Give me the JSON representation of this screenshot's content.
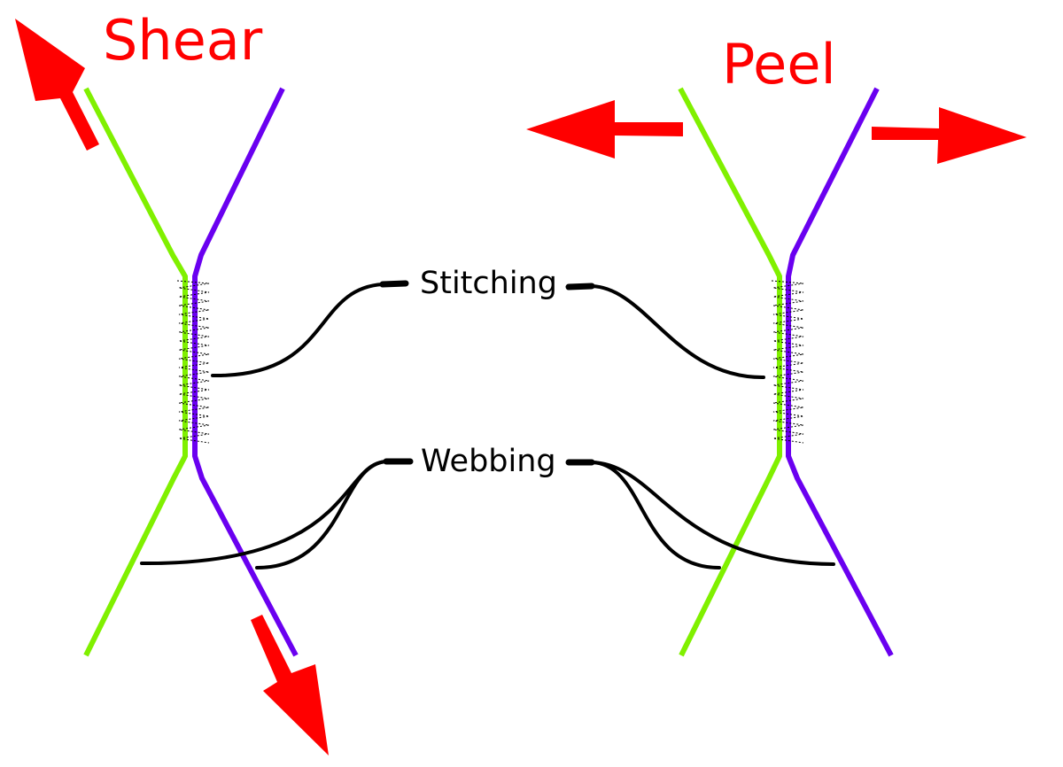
{
  "titles": {
    "shear": "Shear",
    "peel": "Peel"
  },
  "labels": {
    "stitching": "Stitching",
    "webbing": "Webbing"
  },
  "colors": {
    "arrow": "#ff0000",
    "title": "#ff0000",
    "strand_a": "#80f000",
    "strand_b": "#6a00f0",
    "leader": "#000000"
  }
}
